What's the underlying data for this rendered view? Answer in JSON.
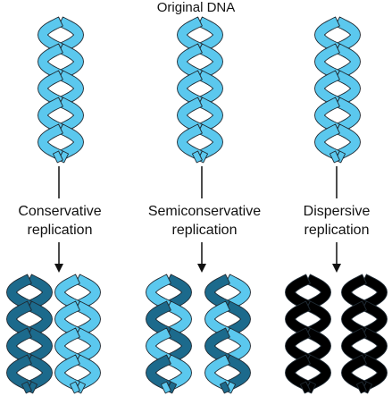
{
  "title": "Original DNA",
  "models": [
    {
      "name": "conservative",
      "line1": "Conservative",
      "line2": "replication"
    },
    {
      "name": "semiconservative",
      "line1": "Semiconservative",
      "line2": "replication"
    },
    {
      "name": "dispersive",
      "line1": "Dispersive",
      "line2": "replication"
    }
  ],
  "colors": {
    "light": "#5bc8ee",
    "dark": "#1c6a8c",
    "outline": "#1f2a33",
    "arrow": "#111111"
  }
}
